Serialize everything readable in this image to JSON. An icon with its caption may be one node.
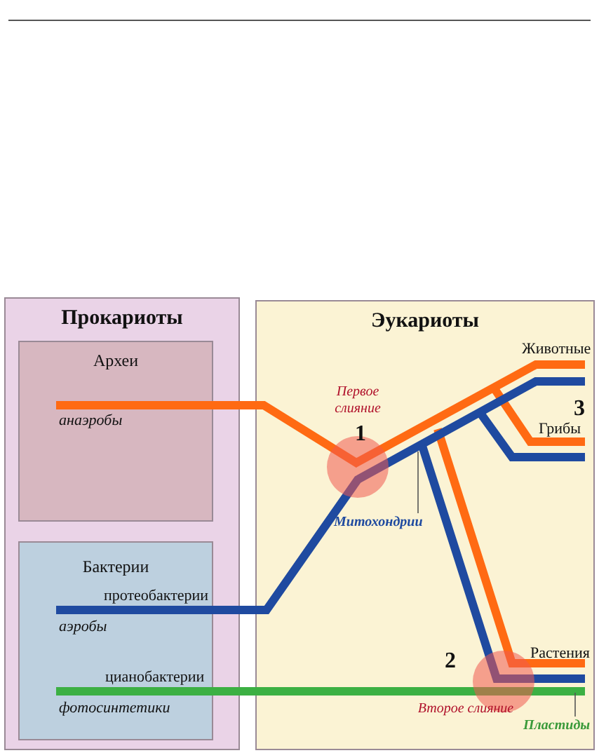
{
  "diagram": {
    "nodes": [
      {
        "text": [
          "Прокариоты"
        ]
      },
      {
        "text": [
          "Археи"
        ],
        "in": 0
      },
      {
        "text": [
          "Бактерии"
        ],
        "in": 0
      },
      {
        "text": [
          "Эукариоты"
        ]
      },
      {
        "text": [
          "Первое слияние"
        ],
        "beside": [
          "1"
        ],
        "in": 3
      },
      {
        "text": [
          "Второе слияние"
        ],
        "beside": [
          "2"
        ],
        "in": 3
      },
      {
        "text": [
          "Митохондрии"
        ],
        "in": 3
      },
      {
        "text": [
          "Пластиды"
        ],
        "in": 3
      }
    ],
    "edges": [
      {
        "from": 6,
        "to": null,
        "arrow": "none"
      },
      {
        "from": 7,
        "to": null,
        "arrow": "none"
      }
    ],
    "labels": [
      "анаэробы",
      "протеобактерии",
      "аэробы",
      "цианобактерии",
      "фотосинтетики",
      "Животные",
      "3",
      "Грибы",
      "Растения"
    ]
  }
}
